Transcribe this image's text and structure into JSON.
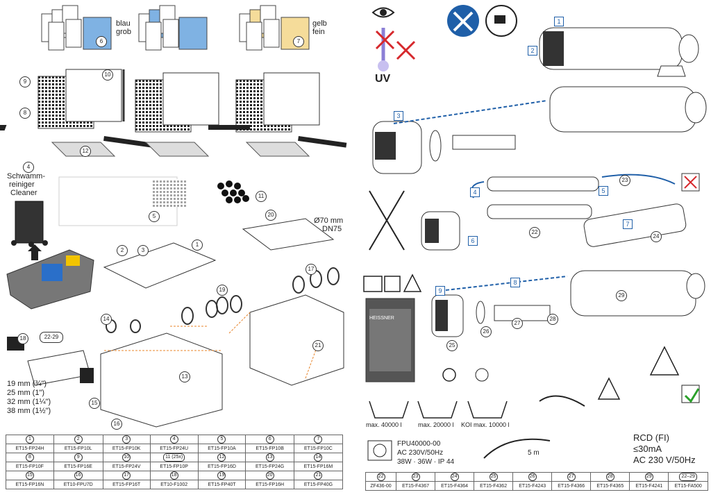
{
  "left": {
    "labels": {
      "blau": "blau",
      "grob": "grob",
      "gelb": "gelb",
      "fein": "fein",
      "sponge_title_1": "Schwamm-",
      "sponge_title_2": "reiniger",
      "sponge_title_3": "Cleaner",
      "diameter": "Ø70 mm",
      "dn": "DN75",
      "sizes": [
        "19 mm (¾\")",
        "25 mm (1\")",
        "32 mm (1¼\")",
        "38 mm (1½\")"
      ]
    },
    "callouts": [
      "6",
      "7",
      "9",
      "10",
      "8",
      "12",
      "4",
      "11",
      "5",
      "20",
      "2",
      "3",
      "1",
      "17",
      "19",
      "14",
      "18",
      "22-29",
      "13",
      "21",
      "15",
      "16"
    ],
    "table": {
      "rows": [
        {
          "nums": [
            "1",
            "2",
            "3",
            "4",
            "5",
            "6",
            "7"
          ],
          "codes": [
            "ET15-FP24H",
            "ET15-FP10L",
            "ET15-FP10K",
            "ET15-FP24U",
            "ET15-FP10A",
            "ET15-FP10B",
            "ET15-FP10C"
          ]
        },
        {
          "nums": [
            "8",
            "9",
            "10",
            "11 (25x)",
            "12",
            "13",
            "14"
          ],
          "codes": [
            "ET15-FP10F",
            "ET15-FP16E",
            "ET15-FP24V",
            "ET15-FP10P",
            "ET15-FP16D",
            "ET15-FP24G",
            "ET15-FP16M"
          ]
        },
        {
          "nums": [
            "15",
            "16",
            "17",
            "18",
            "19",
            "20",
            "21"
          ],
          "codes": [
            "ET15-FP16N",
            "ET10-FPU7D",
            "ET15-FP16T",
            "ET10-F1002",
            "ET15-FP40T",
            "ET15-FP16H",
            "ET15-FP40G"
          ]
        }
      ]
    }
  },
  "right": {
    "labels": {
      "uv": "UV",
      "max1": "max. 40000 l",
      "max2": "max. 20000 l",
      "max3": "KOI max. 10000 l",
      "model": "FPU40000-00",
      "power": "AC 230V/50Hz",
      "watt": "38W ·  36W · IP 44",
      "cable": "5 m",
      "rcd": "RCD (FI)",
      "ma": "≤30mA",
      "ac": "AC 230 V/50Hz",
      "brand": "HEISSNER"
    },
    "steps": [
      "1",
      "2",
      "3",
      "4",
      "5",
      "6",
      "7",
      "8",
      "9"
    ],
    "callouts": [
      "23",
      "22",
      "24",
      "29",
      "27",
      "28",
      "25",
      "26"
    ],
    "table": {
      "nums": [
        "22",
        "23",
        "24",
        "25",
        "26",
        "27",
        "28",
        "29",
        "22–29"
      ],
      "codes": [
        "ZF436-00",
        "ET15-F4367",
        "ET15-F4364",
        "ET15-F4362",
        "ET15-F4243",
        "ET15-F4366",
        "ET15-F4365",
        "ET15-F4241",
        "ET15-FA500"
      ]
    }
  },
  "colors": {
    "blue": "#7fb2e3",
    "yellow": "#f5dc9a",
    "accent": "#1f5fa8",
    "orange": "#e8842a",
    "red": "#d6282c"
  }
}
